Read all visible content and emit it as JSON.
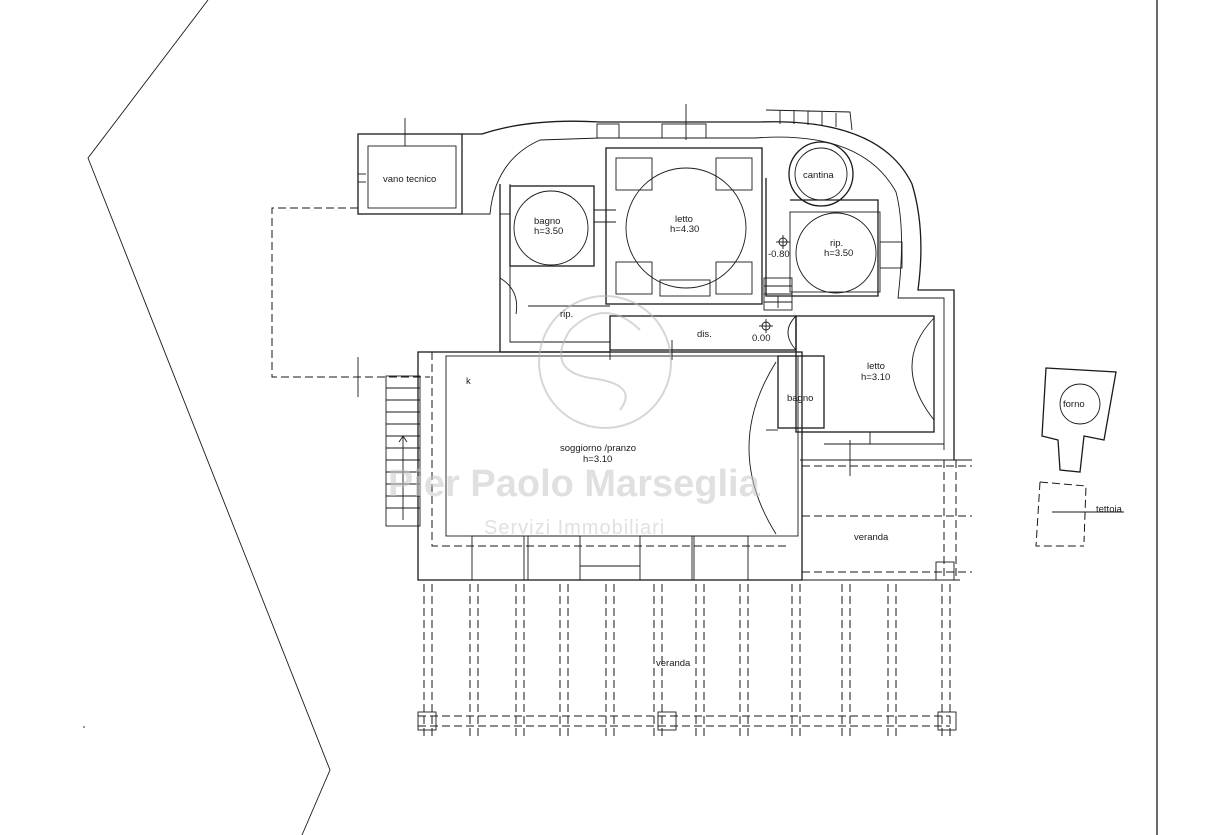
{
  "rooms": {
    "vano_tecnico": "vano tecnico",
    "bagno_top_name": "bagno",
    "bagno_top_h": "h=3.50",
    "letto_top_name": "letto",
    "letto_top_h": "h=4.30",
    "cantina": "cantina",
    "rip_right_name": "rip.",
    "rip_right_h": "h=3.50",
    "level_minus": "-0.80",
    "rip_mid": "rip.",
    "dis": "dis.",
    "level_zero": "0.00",
    "letto_right_name": "letto",
    "letto_right_h": "h=3.10",
    "bagno_small": "bagno",
    "soggiorno_name": "soggiorno /pranzo",
    "soggiorno_h": "h=3.10",
    "kitchen_k": "k",
    "veranda_right": "veranda",
    "veranda_bottom": "veranda",
    "forno": "forno",
    "tettoia": "tettoia"
  },
  "watermark": {
    "name": "Pier Paolo Marseglia",
    "subtitle": "Servizi Immobiliari"
  }
}
